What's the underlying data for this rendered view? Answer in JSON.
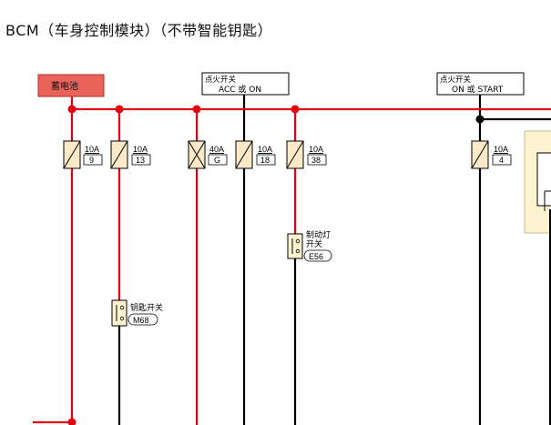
{
  "title": "BCM（车身控制模块）（不带智能钥匙）",
  "colors": {
    "power_wire": "#e60012",
    "ground_wire": "#000000",
    "battery_fill": "#e8625a",
    "fuse_fill": "#fde8c8",
    "switch_fill": "#fdf3d0",
    "module_fill": "#fdf3d0"
  },
  "battery": {
    "label": "蓄电池"
  },
  "ignition_acc": {
    "line1": "点火开关",
    "line2": "ACC 或 ON"
  },
  "ignition_start": {
    "line1": "点火开关",
    "line2": "ON 或 START"
  },
  "fuses": [
    {
      "amp": "10A",
      "id": "9"
    },
    {
      "amp": "10A",
      "id": "13"
    },
    {
      "amp": "40A",
      "id": "G"
    },
    {
      "amp": "10A",
      "id": "18"
    },
    {
      "amp": "10A",
      "id": "38"
    },
    {
      "amp": "10A",
      "id": "4"
    }
  ],
  "brake_switch": {
    "line1": "制动灯",
    "line2": "开关",
    "connector": "E56"
  },
  "key_switch": {
    "line1": "钥匙开关",
    "connector": "M68"
  }
}
